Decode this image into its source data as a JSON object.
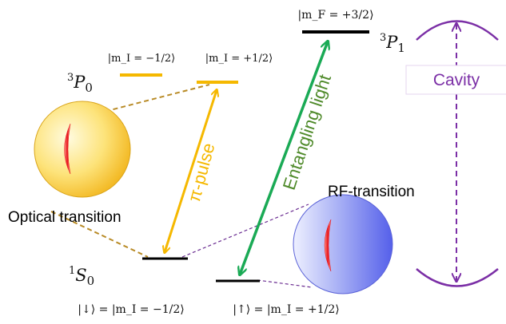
{
  "levels": {
    "p1_mf": "|m_F = +3/2⟩",
    "p1_term_sup": "3",
    "p1_term_main": "P",
    "p1_term_sub": "1",
    "p0_minus": "|m_I = −1/2⟩",
    "p0_plus": "|m_I = +1/2⟩",
    "p0_term_sup": "3",
    "p0_term_main": "P",
    "p0_term_sub": "0",
    "s0_term_sup": "1",
    "s0_term_main": "S",
    "s0_term_sub": "0",
    "down_state": "|↓⟩ = |m_I = −1/2⟩",
    "up_state": "|↑⟩ = |m_I = +1/2⟩"
  },
  "labels": {
    "cavity": "Cavity",
    "pi_pulse": "π-pulse",
    "entangling": "Entangling light",
    "optical": "Optical transition",
    "rf": "RF-transition"
  },
  "colors": {
    "orange_level": "#f5b800",
    "pi_arrow": "#f5b800",
    "entangling_arrow": "#1aaa55",
    "entangling_text": "#4f8a2a",
    "cavity": "#7b2fa6",
    "optical_dash": "#b88a25",
    "rf_dash": "#6a2c91"
  }
}
